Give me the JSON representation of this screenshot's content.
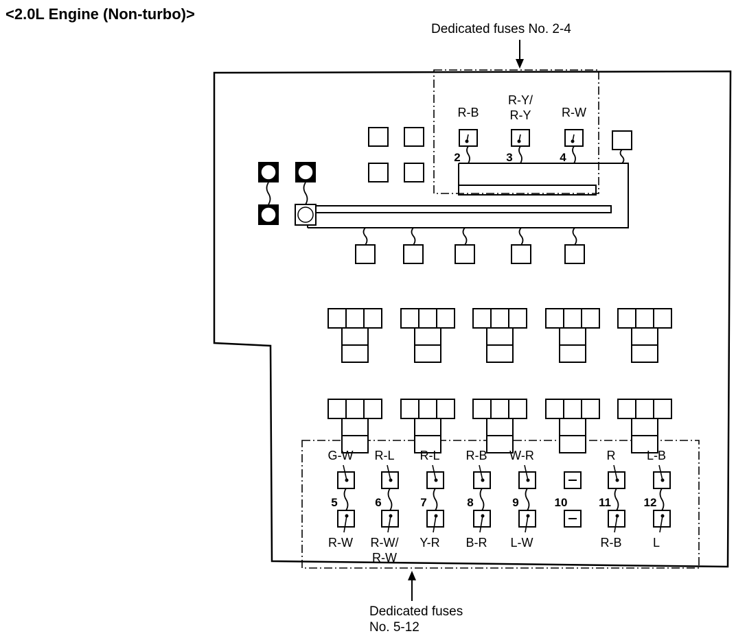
{
  "title": "<2.0L Engine (Non-turbo)>",
  "top_callout": "Dedicated fuses No. 2-4",
  "bottom_callout_line1": "Dedicated fuses",
  "bottom_callout_line2": "No. 5-12",
  "top_fuses": [
    {
      "number": "2",
      "wire_line1": "R-B",
      "wire_line2": ""
    },
    {
      "number": "3",
      "wire_line1": "R-Y/",
      "wire_line2": "R-Y"
    },
    {
      "number": "4",
      "wire_line1": "R-W",
      "wire_line2": ""
    }
  ],
  "bottom_fuses": [
    {
      "number": "5",
      "top_wire": "G-W",
      "bottom_wire_line1": "R-W",
      "bottom_wire_line2": ""
    },
    {
      "number": "6",
      "top_wire": "R-L",
      "bottom_wire_line1": "R-W/",
      "bottom_wire_line2": "R-W"
    },
    {
      "number": "7",
      "top_wire": "R-L",
      "bottom_wire_line1": "Y-R",
      "bottom_wire_line2": ""
    },
    {
      "number": "8",
      "top_wire": "R-B",
      "bottom_wire_line1": "B-R",
      "bottom_wire_line2": ""
    },
    {
      "number": "9",
      "top_wire": "W-R",
      "bottom_wire_line1": "L-W",
      "bottom_wire_line2": ""
    },
    {
      "number": "10",
      "top_wire": "",
      "bottom_wire_line1": "",
      "bottom_wire_line2": ""
    },
    {
      "number": "11",
      "top_wire": "R",
      "bottom_wire_line1": "R-B",
      "bottom_wire_line2": ""
    },
    {
      "number": "12",
      "top_wire": "L-B",
      "bottom_wire_line1": "L",
      "bottom_wire_line2": ""
    }
  ]
}
